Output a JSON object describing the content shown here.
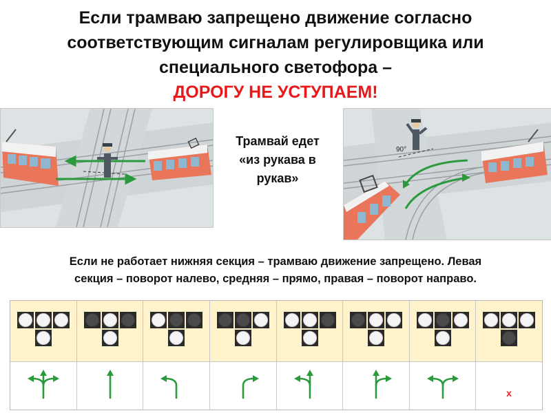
{
  "title": {
    "line1": "Если трамваю запрещено движение согласно",
    "line2": "соответствующим сигналам регулировщика или",
    "line3": "специального светофора –",
    "highlight": "ДОРОГУ НЕ УСТУПАЕМ!"
  },
  "caption": {
    "line1": "Трамвай едет",
    "line2": "«из рукава в",
    "line3": "рукав»"
  },
  "illustration_right": {
    "angle_label": "90°"
  },
  "rule_text": {
    "line1": "Если не работает нижняя секция – трамваю движение запрещено. Левая",
    "line2": "секция – поворот налево, средняя – прямо, правая – поворот направо."
  },
  "colors": {
    "title_red": "#e8181b",
    "signal_cell_bg": "#fff3cc",
    "arrow_green": "#2a9a3c",
    "forbidden_red": "#e0242a"
  },
  "signals": [
    {
      "lit": [
        "left",
        "mid",
        "right",
        "bottom"
      ],
      "arrows": [
        "left",
        "straight",
        "right"
      ]
    },
    {
      "lit": [
        "mid",
        "bottom"
      ],
      "arrows": [
        "straight"
      ]
    },
    {
      "lit": [
        "left",
        "bottom"
      ],
      "arrows": [
        "left"
      ]
    },
    {
      "lit": [
        "right",
        "bottom"
      ],
      "arrows": [
        "right"
      ]
    },
    {
      "lit": [
        "left",
        "mid",
        "bottom"
      ],
      "arrows": [
        "left",
        "straight"
      ]
    },
    {
      "lit": [
        "mid",
        "right",
        "bottom"
      ],
      "arrows": [
        "straight",
        "right"
      ]
    },
    {
      "lit": [
        "left",
        "right",
        "bottom"
      ],
      "arrows": [
        "left",
        "right"
      ]
    },
    {
      "lit": [
        "left",
        "mid",
        "right"
      ],
      "arrows": [],
      "forbidden_mark": "x"
    }
  ]
}
